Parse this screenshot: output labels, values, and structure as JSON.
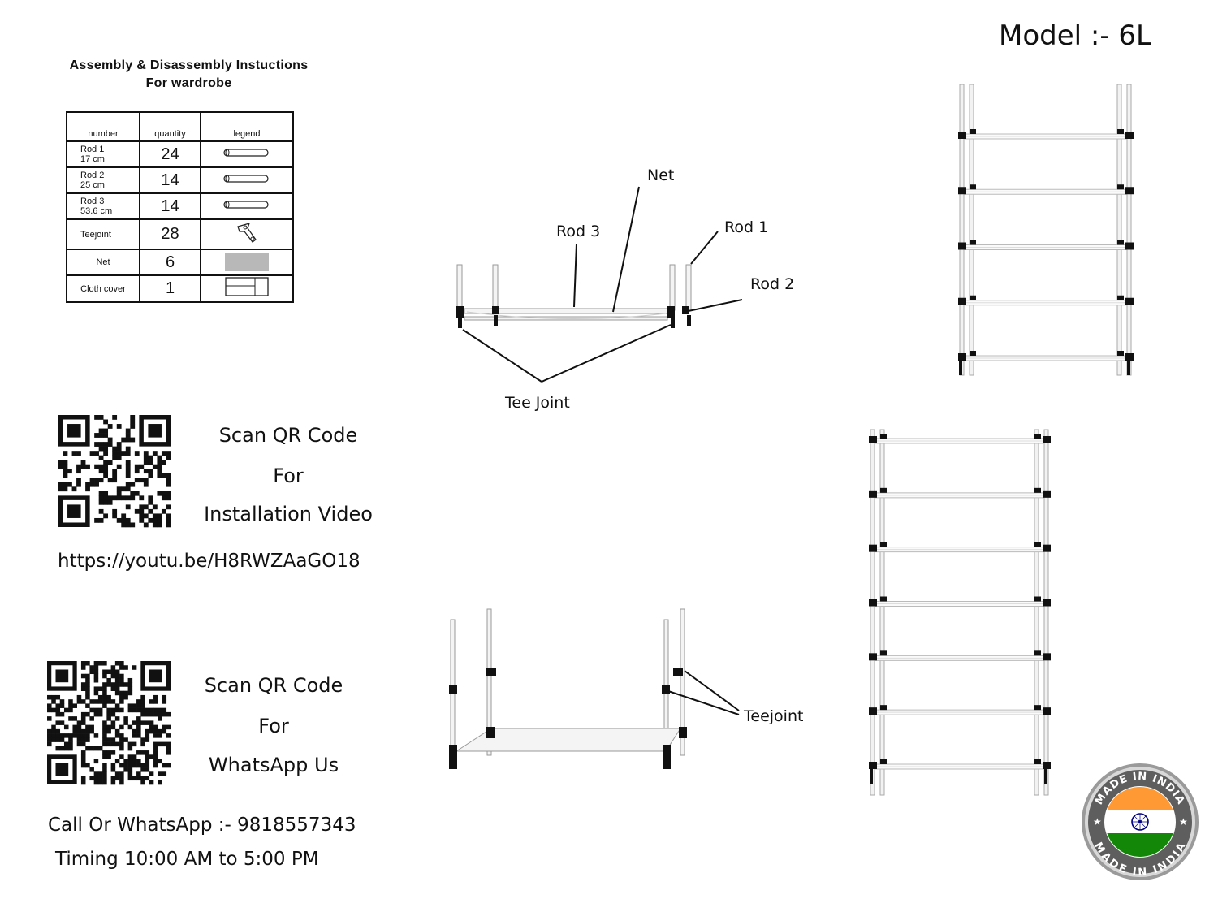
{
  "model": "Model :- 6L",
  "title": {
    "line1": "Assembly & Disassembly Instuctions",
    "line2": "For wardrobe"
  },
  "parts_table": {
    "headers": [
      "number",
      "quantity",
      "legend"
    ],
    "rows": [
      {
        "name_line1": "Rod 1",
        "name_line2": "17 cm",
        "qty": "24",
        "legend": "rod-icon"
      },
      {
        "name_line1": "Rod 2",
        "name_line2": "25 cm",
        "qty": "14",
        "legend": "rod-icon"
      },
      {
        "name_line1": "Rod 3",
        "name_line2": "53.6 cm",
        "qty": "14",
        "legend": "rod-icon"
      },
      {
        "name_line1": "Teejoint",
        "name_line2": "",
        "qty": "28",
        "legend": "teejoint-icon"
      },
      {
        "name_line1": "Net",
        "name_line2": "",
        "qty": "6",
        "legend": "net-swatch",
        "color": "#b8b8b8"
      },
      {
        "name_line1": "Cloth cover",
        "name_line2": "",
        "qty": "1",
        "legend": "cloth-cover-icon"
      }
    ]
  },
  "qr_video": {
    "line1": "Scan QR Code",
    "line2": "For",
    "line3": "Installation Video",
    "url": "https://youtu.be/H8RWZAaGO18"
  },
  "qr_whatsapp": {
    "line1": "Scan QR Code",
    "line2": "For",
    "line3": "WhatsApp Us",
    "call": "Call Or WhatsApp :- 9818557343",
    "timing": "Timing 10:00 AM to 5:00 PM"
  },
  "diagram_labels": {
    "net": "Net",
    "rod3": "Rod 3",
    "rod1": "Rod 1",
    "rod2": "Rod 2",
    "tee_joint": "Tee Joint",
    "teejoint": "Teejoint"
  },
  "badge": {
    "top_text": "MADE IN INDIA",
    "bottom_text": "MADE IN INDIA",
    "colors": {
      "saffron": "#ff9933",
      "white": "#ffffff",
      "green": "#138808",
      "chakra": "#000080"
    }
  }
}
